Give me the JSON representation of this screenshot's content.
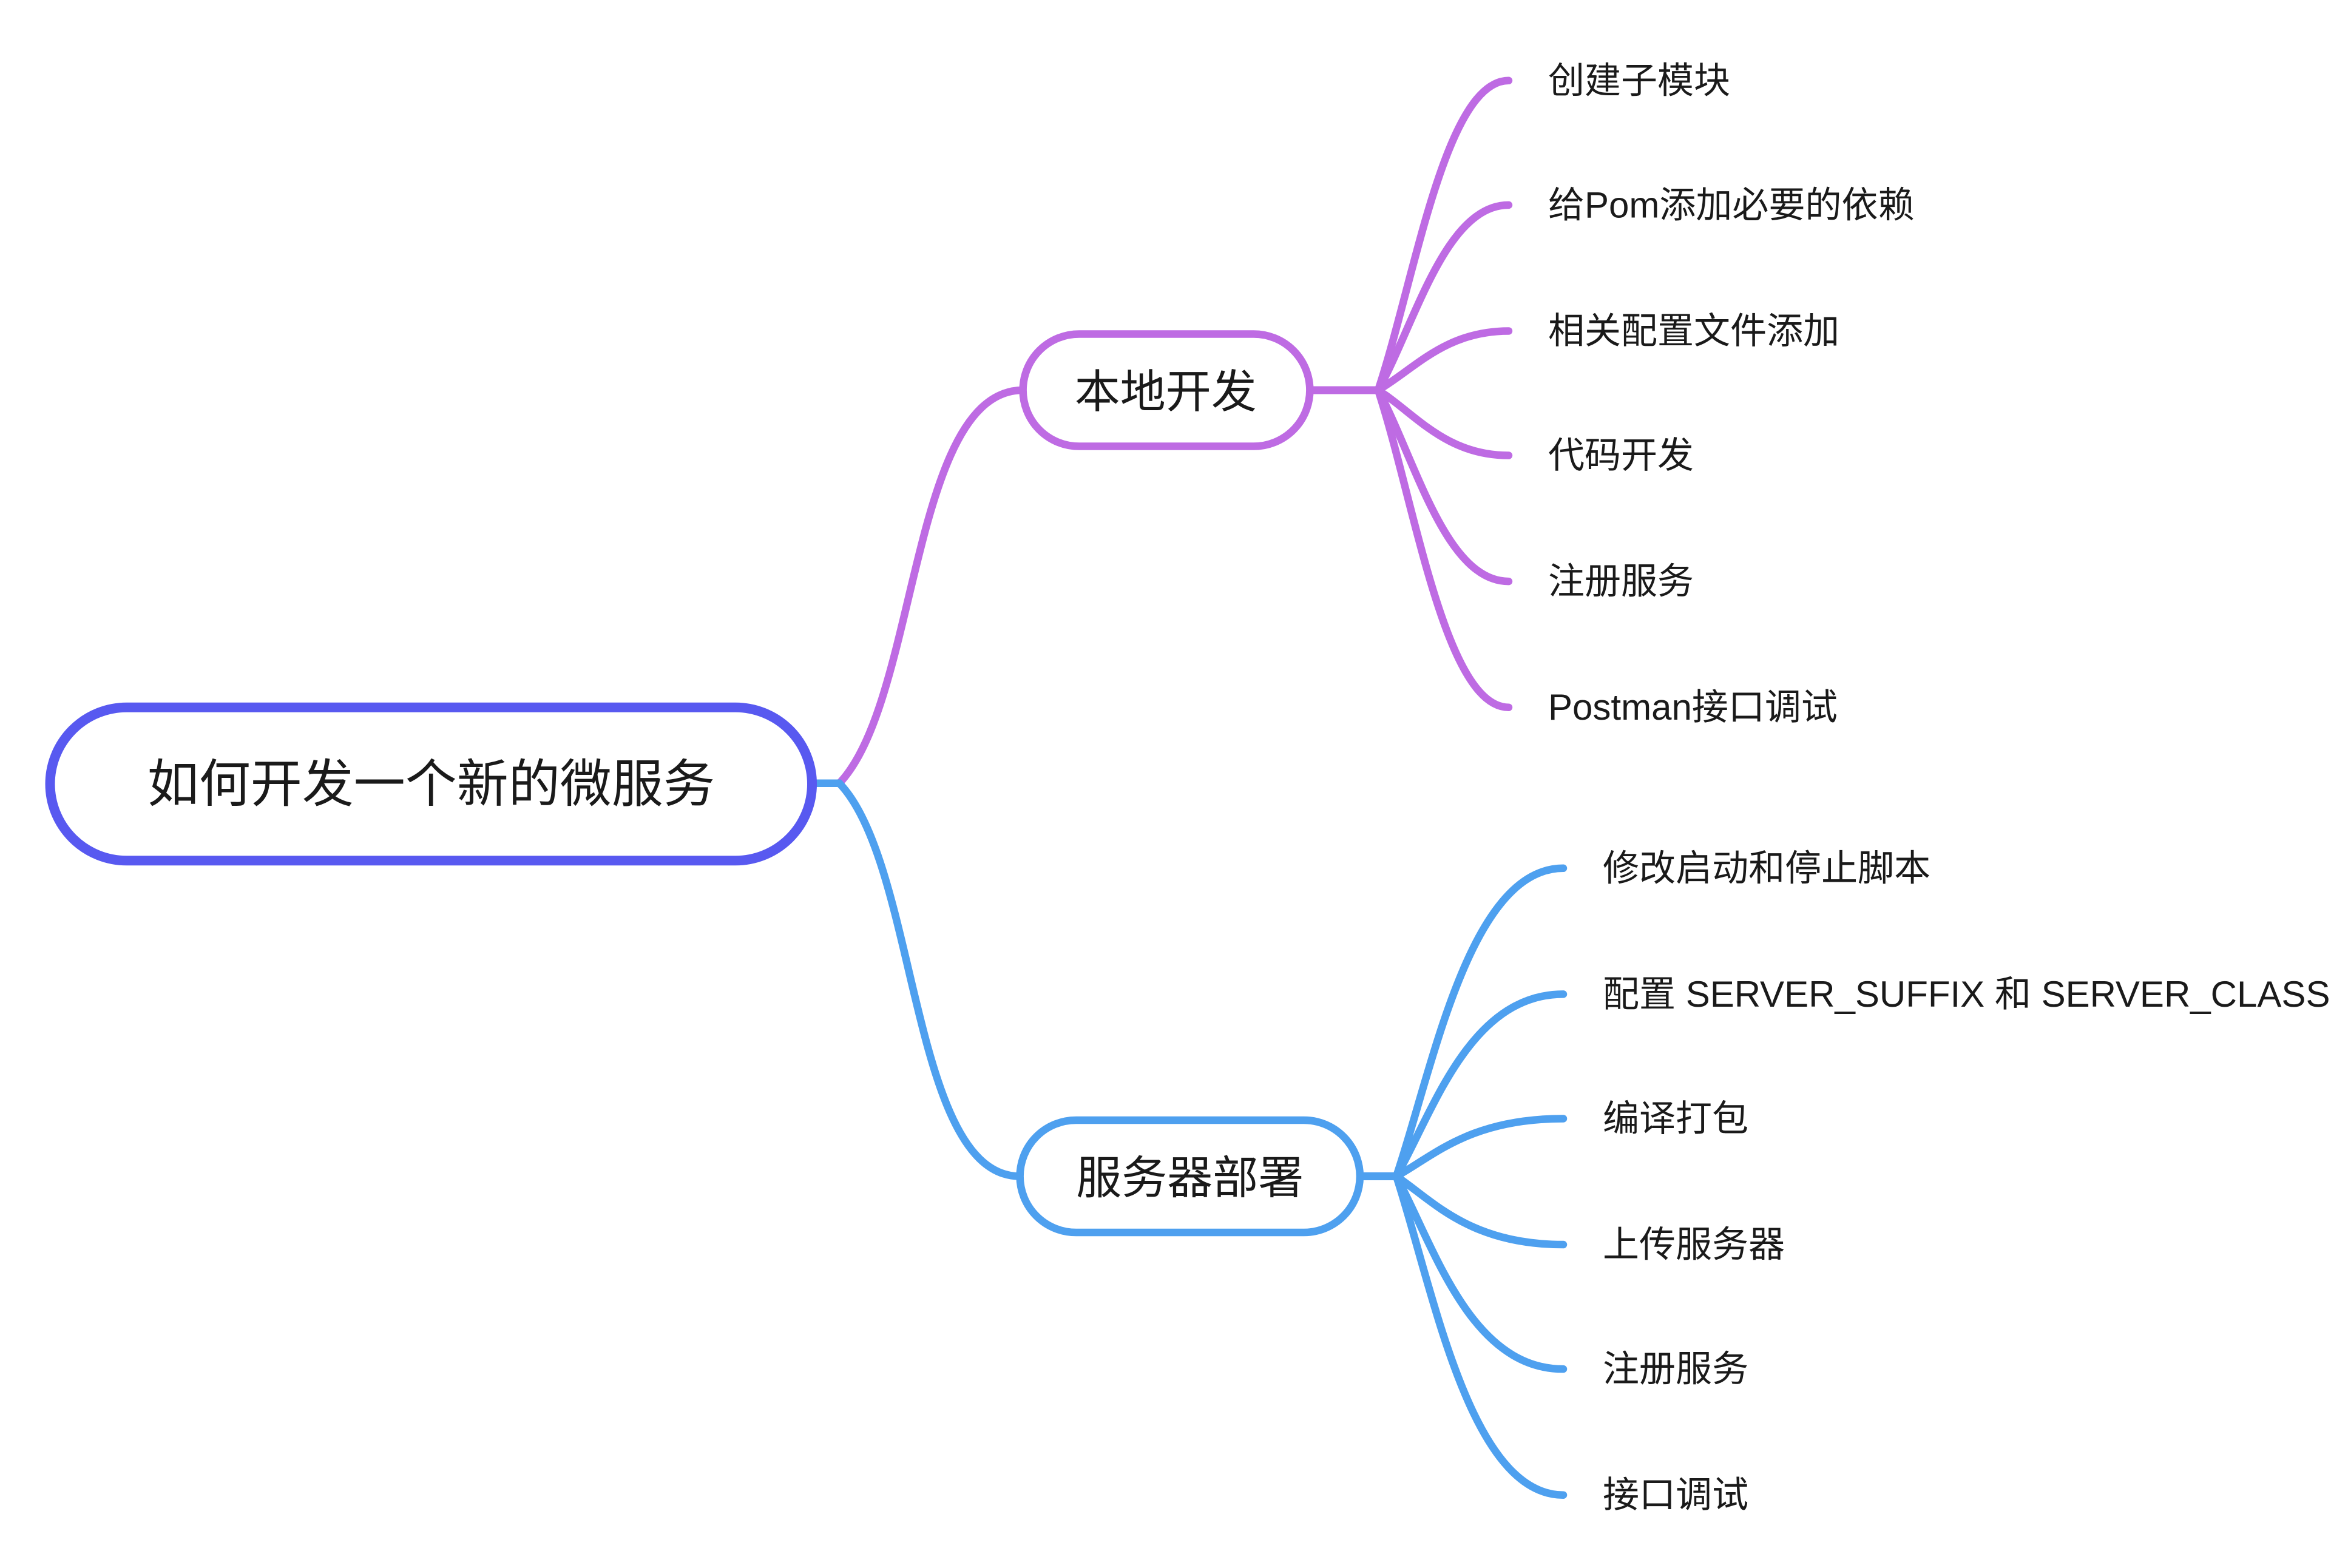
{
  "background": "#FFFFFF",
  "text_color": "#1A1A1A",
  "root": {
    "label": "如何开发一个新的微服务",
    "border_color": "#5859F0"
  },
  "branches": [
    {
      "label": "本地开发",
      "color": "#BE6BE3",
      "children": [
        "创建子模块",
        "给Pom添加必要的依赖",
        "相关配置文件添加",
        "代码开发",
        "注册服务",
        "Postman接口调试"
      ]
    },
    {
      "label": "服务器部署",
      "color": "#4EA0EF",
      "children": [
        "修改启动和停止脚本",
        "配置 SERVER_SUFFIX 和 SERVER_CLASS",
        "编译打包",
        "上传服务器",
        "注册服务",
        "接口调试"
      ]
    }
  ]
}
